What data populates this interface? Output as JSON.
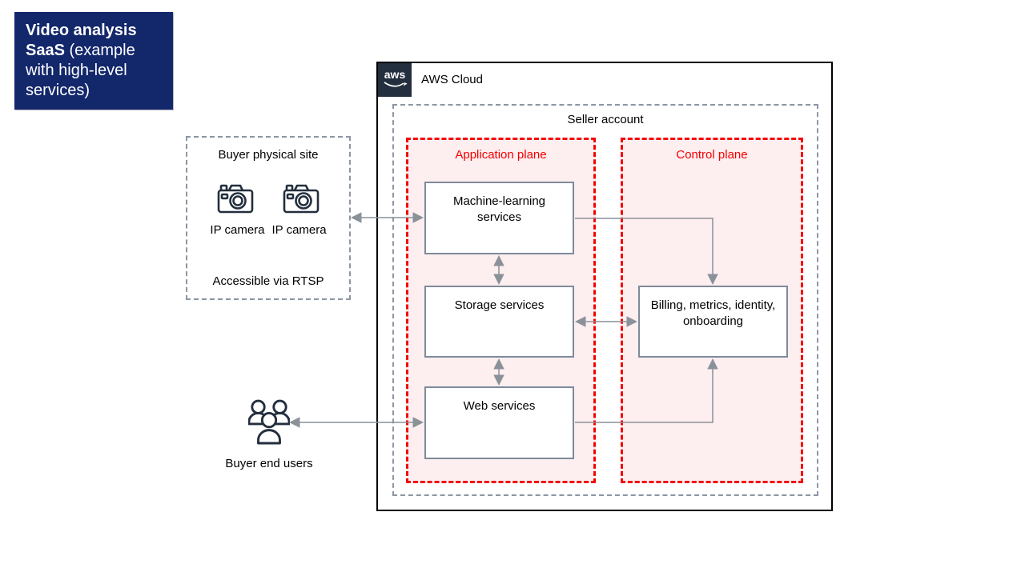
{
  "title": {
    "bold": "Video analysis SaaS",
    "regular": " (example with high-level services)"
  },
  "buyer_site": {
    "title": "Buyer physical site",
    "camera_labels": [
      "IP camera",
      "IP camera"
    ],
    "footer": "Accessible via RTSP"
  },
  "buyer_end_users": {
    "label": "Buyer end users"
  },
  "aws": {
    "logo_text": "aws",
    "label": "AWS Cloud"
  },
  "seller_account": {
    "label": "Seller account"
  },
  "application_plane": {
    "label": "Application plane",
    "services": [
      "Machine-learning services",
      "Storage services",
      "Web services"
    ]
  },
  "control_plane": {
    "label": "Control plane",
    "services": [
      "Billing, metrics, identity, onboarding"
    ]
  },
  "colors": {
    "title_bg": "#13276b",
    "title_text": "#ffffff",
    "plane_border": "#f50000",
    "plane_fill": "#fdeef0",
    "plane_label_text": "#f50000",
    "aws_logo_bg": "#232f3e",
    "dashed_gray_border": "#8c96a3",
    "service_box_border": "#7e8a9a",
    "arrow": "#8a9199",
    "icon": "#232f3e"
  }
}
